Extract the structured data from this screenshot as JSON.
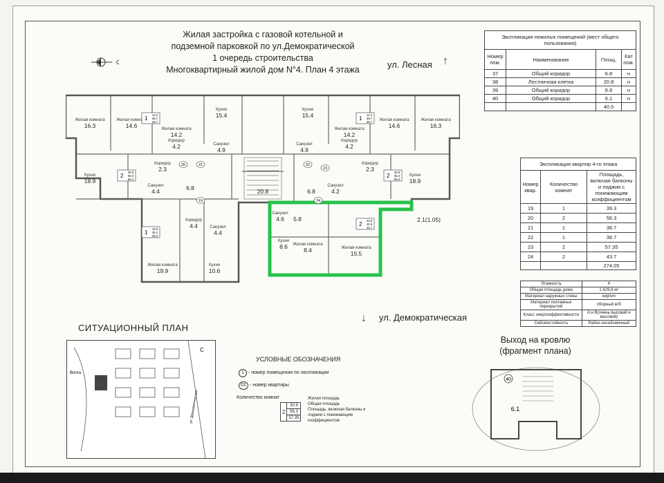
{
  "title_lines": [
    "Жилая застройка с газовой котельной и",
    "подземной парковкой по ул.Демократической",
    "1 очередь строительства",
    "Многоквартирный жилой дом N°4. План 4 этажа"
  ],
  "compass_letter": "С",
  "street_top": "ул. Лесная",
  "street_bottom": "ул. Демократическая",
  "common_table": {
    "caption": "Экспликация нежилых помещений (мест общего пользования)",
    "headers": [
      "Номер пом.",
      "Наименование",
      "Площ.",
      "Кат пом."
    ],
    "rows": [
      [
        "37",
        "Общий коридор",
        "6.8",
        "н"
      ],
      [
        "38",
        "Лестничная клетка",
        "20.8",
        "н"
      ],
      [
        "39",
        "Общий коридор",
        "6.8",
        "н"
      ],
      [
        "40",
        "Общий коридор",
        "6.1",
        "н"
      ]
    ],
    "total": "40.5"
  },
  "apt_table": {
    "caption": "Экспликация квартир 4-го этажа",
    "headers": [
      "Номер квар.",
      "Количество комнат",
      "Площадь, включая балконы и лоджии с понижающим коэффициентом"
    ],
    "rows": [
      [
        "19",
        "1",
        "39.3"
      ],
      [
        "20",
        "2",
        "56.3"
      ],
      [
        "21",
        "1",
        "38.7"
      ],
      [
        "22",
        "1",
        "38.7"
      ],
      [
        "23",
        "2",
        "57.35"
      ],
      [
        "24",
        "2",
        "43.7"
      ]
    ],
    "total": "274.05"
  },
  "info_table": [
    [
      "Этажность",
      "4"
    ],
    [
      "Общая площадь дома",
      "1 629,8 м²"
    ],
    [
      "Материал наружных стены",
      "кирпич"
    ],
    [
      "Материал поэтажных перекрытий",
      "сборный ж/б"
    ],
    [
      "Класс энергоэффективности",
      "А:н В(очень высокий и высокий)"
    ],
    [
      "Сейсмостойкость",
      "Район несейсмичный"
    ]
  ],
  "plan": {
    "rooms": [
      {
        "label": "Жилая комната",
        "area": "16.3"
      },
      {
        "label": "Жилая комната",
        "area": "14.6"
      },
      {
        "label": "Жилая комната",
        "area": "14.2"
      },
      {
        "label": "Кухня",
        "area": "15.4"
      },
      {
        "label": "Кухня",
        "area": "15.4"
      },
      {
        "label": "Жилая комната",
        "area": "14.2"
      },
      {
        "label": "Жилая комната",
        "area": "14.6"
      },
      {
        "label": "Жилая комната",
        "area": "16.3"
      },
      {
        "label": "Коридор",
        "area": "4.2"
      },
      {
        "label": "Санузел",
        "area": "4.9"
      },
      {
        "label": "Санузел",
        "area": "4.9"
      },
      {
        "label": "Коридор",
        "area": "4.2"
      },
      {
        "label": "Кухня",
        "area": "18.9"
      },
      {
        "label": "Коридор",
        "area": "2.3"
      },
      {
        "label": "",
        "area": "6.8"
      },
      {
        "label": "",
        "area": "20.8"
      },
      {
        "label": "",
        "area": "6.8"
      },
      {
        "label": "Коридор",
        "area": "2.3"
      },
      {
        "label": "Кухня",
        "area": "18.9"
      },
      {
        "label": "Санузел",
        "area": "4.4"
      },
      {
        "label": "Санузел",
        "area": "4.2"
      },
      {
        "label": "Коридор",
        "area": "4.4"
      },
      {
        "label": "Санузел",
        "area": "4.4"
      },
      {
        "label": "Санузел",
        "area": "4.6"
      },
      {
        "label": "",
        "area": "5.8"
      },
      {
        "label": "Кухня",
        "area": "8.6"
      },
      {
        "label": "Жилая комната",
        "area": "8.4"
      },
      {
        "label": "Жилая комната",
        "area": "15.5"
      },
      {
        "label": "Жилая комната",
        "area": "19.9"
      },
      {
        "label": "Кухня",
        "area": "10.6"
      }
    ],
    "balcony_areas": [
      "2.1(1.05)"
    ],
    "apt_boxes": [
      {
        "rooms": "1",
        "vals": [
          "14.2",
          "38.7",
          "38.7"
        ]
      },
      {
        "rooms": "1",
        "vals": [
          "14.2",
          "38.7",
          "38.7"
        ]
      },
      {
        "rooms": "2",
        "vals": [
          "30.9",
          "56.3",
          "56.3"
        ]
      },
      {
        "rooms": "2",
        "vals": [
          "30.9",
          "56.3",
          "56.3"
        ]
      },
      {
        "rooms": "1",
        "vals": [
          "19.9",
          "39.3",
          "39.3"
        ]
      },
      {
        "rooms": "2",
        "vals": [
          "23.9",
          "42.6",
          "43.7"
        ]
      }
    ],
    "apt_circles": [
      "21",
      "22",
      "20",
      "23",
      "24",
      "19"
    ]
  },
  "situation": {
    "title": "СИТУАЦИОННЫЙ ПЛАН",
    "compass_letter": "С",
    "labels": [
      "Волга",
      "ул. Демократическая"
    ]
  },
  "legend": {
    "title": "УСЛОВНЫЕ ОБОЗНАЧЕНИЯ",
    "item1_sym": "1",
    "item1_text": "- номер помещения по экспликации",
    "item2_sym": "01",
    "item2_text": "- номер квартиры",
    "rooms_label": "Количество комнат",
    "box_rooms": "2",
    "box_vals": [
      "30.9",
      "56.3",
      "57.35"
    ],
    "box_notes": [
      "Жилая площадь",
      "Общая площадь",
      "Площадь, включая балконы и лоджии с понижающим коэффициентом"
    ]
  },
  "roof": {
    "title_lines": [
      "Выход на кровлю",
      "(фрагмент плана)"
    ],
    "room_no": "40",
    "area": "6.1"
  }
}
